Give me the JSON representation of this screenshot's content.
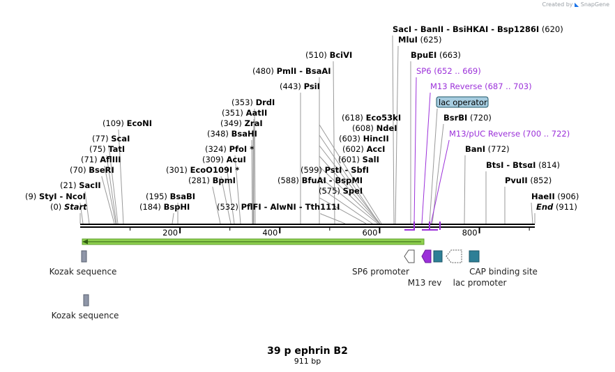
{
  "watermark": {
    "prefix": "Created by",
    "brand": "SnapGene"
  },
  "map": {
    "title": "39 p ephrin B2",
    "subtitle": "911 bp",
    "length": 911,
    "axis_ticks": [
      "200",
      "400",
      "600",
      "800"
    ]
  },
  "sites": [
    {
      "text": "SacI  -  BanII  -  BsiHKAI  -  Bsp1286I",
      "num": "(620)"
    },
    {
      "text": "MluI",
      "num": "(625)"
    },
    {
      "text": "BpuEI",
      "num": "(663)"
    },
    {
      "text": "SP6",
      "num": "(652 .. 669)",
      "color": "#9b30d9"
    },
    {
      "text": "M13 Reverse",
      "num": "(687 .. 703)",
      "color": "#9b30d9"
    },
    {
      "text": "lac operator",
      "boxed": true
    },
    {
      "text": "BsrBI",
      "num": "(720)"
    },
    {
      "text": "M13/pUC Reverse",
      "num": "(700 .. 722)",
      "color": "#9b30d9"
    },
    {
      "text": "BanI",
      "num": "(772)"
    },
    {
      "text": "BtsI  -  BtsαI",
      "num": "(814)"
    },
    {
      "text": "PvuII",
      "num": "(852)"
    },
    {
      "text": "HaeII",
      "num": "(906)"
    },
    {
      "text": "End",
      "num": "(911)",
      "italic": true
    },
    {
      "text": "BciVI",
      "num": "(510)"
    },
    {
      "text": "PmlI  -  BsaAI",
      "num": "(480)"
    },
    {
      "text": "PsiI",
      "num": "(443)"
    },
    {
      "text": "Eco53kI",
      "num": "(618)"
    },
    {
      "text": "NdeI",
      "num": "(608)"
    },
    {
      "text": "HincII",
      "num": "(603)"
    },
    {
      "text": "AccI",
      "num": "(602)"
    },
    {
      "text": "SalI",
      "num": "(601)"
    },
    {
      "text": "PstI  -  SbfI",
      "num": "(599)"
    },
    {
      "text": "BfuAI  -  BspMI",
      "num": "(588)"
    },
    {
      "text": "SpeI",
      "num": "(575)"
    },
    {
      "text": "PflFI  -  AlwNI  -  Tth111I",
      "num": "(532)"
    },
    {
      "text": "DrdI",
      "num": "(353)"
    },
    {
      "text": "AatII",
      "num": "(351)"
    },
    {
      "text": "ZraI",
      "num": "(349)"
    },
    {
      "text": "BsaHI",
      "num": "(348)"
    },
    {
      "text": "PfoI *",
      "num": "(324)"
    },
    {
      "text": "AcuI",
      "num": "(309)"
    },
    {
      "text": "EcoO109I *",
      "num": "(301)"
    },
    {
      "text": "BpmI",
      "num": "(281)"
    },
    {
      "text": "BsaBI",
      "num": "(195)"
    },
    {
      "text": "BspHI",
      "num": "(184)"
    },
    {
      "text": "EcoNI",
      "num": "(109)"
    },
    {
      "text": "ScaI",
      "num": "(77)"
    },
    {
      "text": "TatI",
      "num": "(75)"
    },
    {
      "text": "AflIII",
      "num": "(71)"
    },
    {
      "text": "BseRI",
      "num": "(70)"
    },
    {
      "text": "SacII",
      "num": "(21)"
    },
    {
      "text": "StyI  -  NcoI",
      "num": "(9)"
    },
    {
      "text": "Start",
      "num": "(0)",
      "italic": true
    }
  ],
  "features": [
    {
      "name": "Kozak sequence",
      "color": "#8f96a8",
      "shape": "box"
    },
    {
      "name": "Kozak sequence",
      "color": "#8f96a8",
      "shape": "box"
    },
    {
      "name": "SP6 promoter",
      "color": "#ffffff",
      "shape": "arrow-left"
    },
    {
      "name": "M13 rev",
      "color": "#9b30d9",
      "shape": "arrow-left"
    },
    {
      "name": "lac operator",
      "color": "#2e7f96",
      "shape": "box"
    },
    {
      "name": "lac promoter",
      "color": "#ffffff",
      "shape": "arrow-left-dashed"
    },
    {
      "name": "CAP binding site",
      "color": "#2e7f96",
      "shape": "box"
    }
  ],
  "orf": {
    "color": "#8fd14f",
    "direction": "left"
  }
}
